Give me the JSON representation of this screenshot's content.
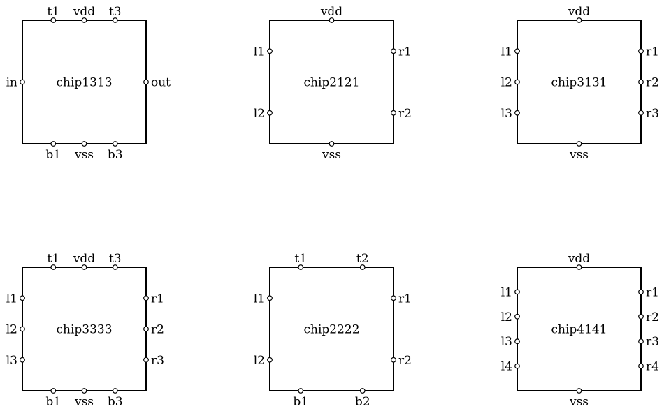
{
  "chips": [
    {
      "name": "chip1313",
      "top": [
        "t1",
        "vdd",
        "t3"
      ],
      "bottom": [
        "b1",
        "vss",
        "b3"
      ],
      "left": [
        "in"
      ],
      "right": [
        "out"
      ]
    },
    {
      "name": "chip2121",
      "top": [
        "vdd"
      ],
      "bottom": [
        "vss"
      ],
      "left": [
        "l1",
        "l2"
      ],
      "right": [
        "r1",
        "r2"
      ]
    },
    {
      "name": "chip3131",
      "top": [
        "vdd"
      ],
      "bottom": [
        "vss"
      ],
      "left": [
        "l1",
        "l2",
        "l3"
      ],
      "right": [
        "r1",
        "r2",
        "r3"
      ]
    },
    {
      "name": "chip3333",
      "top": [
        "t1",
        "vdd",
        "t3"
      ],
      "bottom": [
        "b1",
        "vss",
        "b3"
      ],
      "left": [
        "l1",
        "l2",
        "l3"
      ],
      "right": [
        "r1",
        "r2",
        "r3"
      ]
    },
    {
      "name": "chip2222",
      "top": [
        "t1",
        "t2"
      ],
      "bottom": [
        "b1",
        "b2"
      ],
      "left": [
        "l1",
        "l2"
      ],
      "right": [
        "r1",
        "r2"
      ]
    },
    {
      "name": "chip4141",
      "top": [
        "vdd"
      ],
      "bottom": [
        "vss"
      ],
      "left": [
        "l1",
        "l2",
        "l3",
        "l4"
      ],
      "right": [
        "r1",
        "r2",
        "r3",
        "r4"
      ]
    }
  ]
}
